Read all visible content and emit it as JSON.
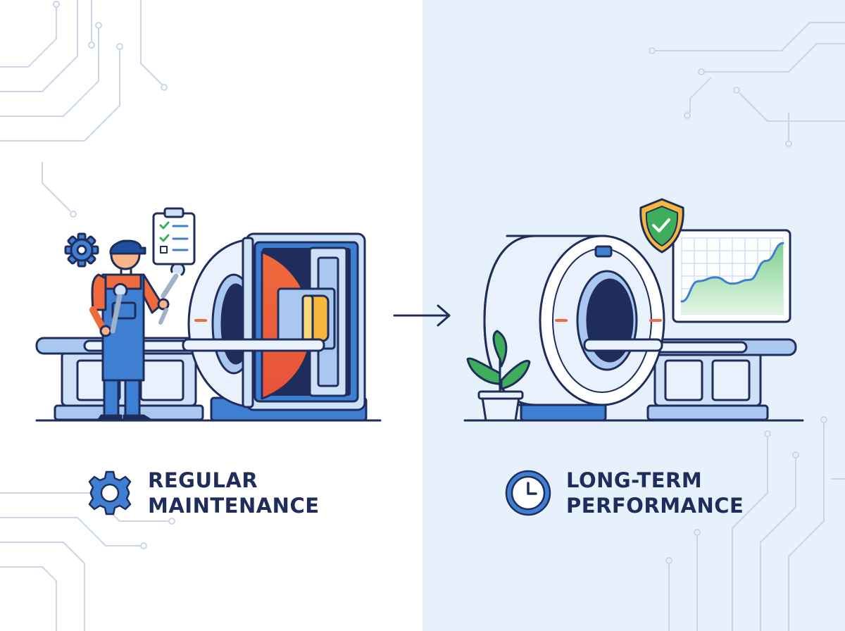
{
  "left_panel": {
    "caption_line1": "REGULAR",
    "caption_line2": "MAINTENANCE",
    "caption_icon": "gear-icon"
  },
  "right_panel": {
    "caption_line1": "LONG-TERM",
    "caption_line2": "PERFORMANCE",
    "caption_icon": "clock-icon"
  },
  "chart_data": {
    "type": "area",
    "title": "",
    "xlabel": "",
    "ylabel": "",
    "x": [
      0,
      1,
      2,
      3,
      4,
      5,
      6
    ],
    "values": [
      1.0,
      2.6,
      2.9,
      2.4,
      2.7,
      4.2,
      5.6
    ],
    "ylim": [
      0,
      6
    ],
    "grid": true
  },
  "colors": {
    "outline": "#1f2d5c",
    "blue": "#3f7fd1",
    "light_blue": "#cfe1f7",
    "right_background": "#e6f1fc",
    "orange": "#ef6a3c",
    "yellow": "#f6b73c",
    "green": "#3fae5c"
  }
}
